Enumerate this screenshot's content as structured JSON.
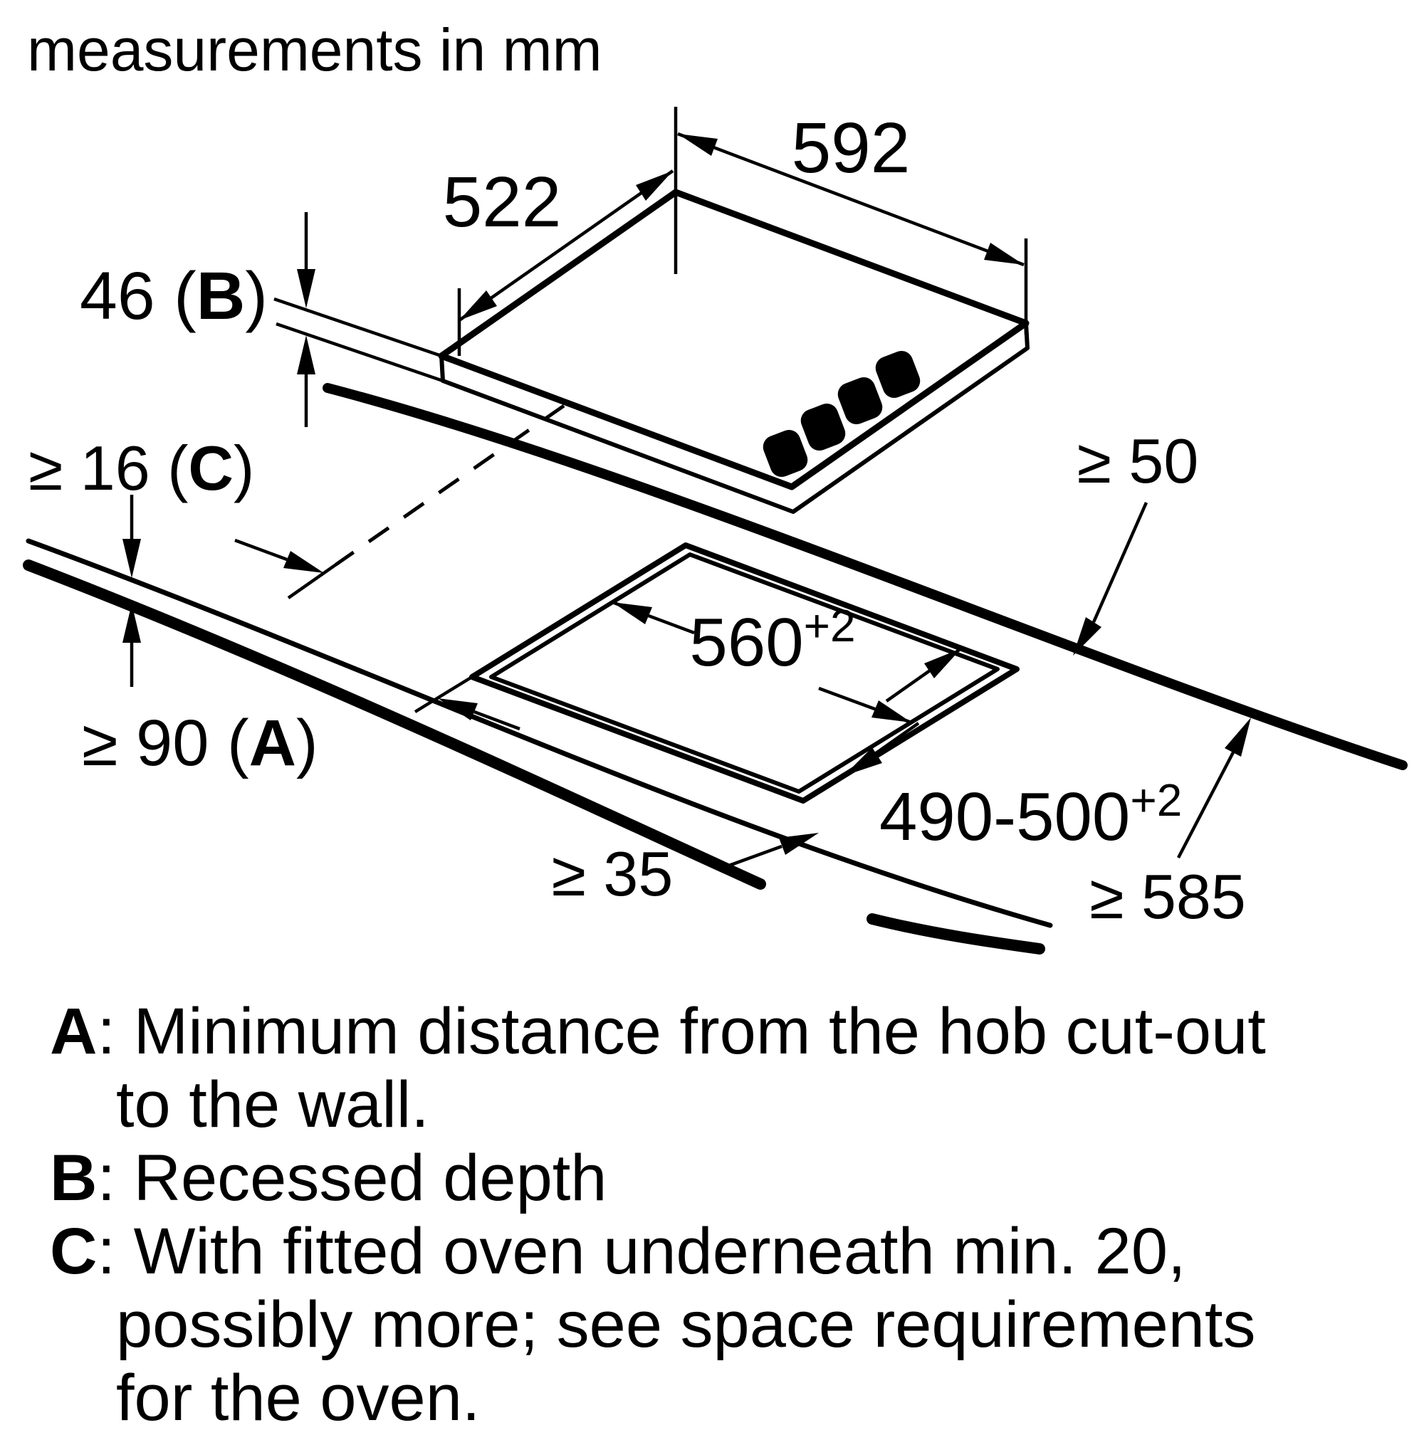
{
  "title": "measurements in mm",
  "colors": {
    "ink": "#000000",
    "background": "#ffffff"
  },
  "dims": {
    "hob_depth": "522",
    "hob_width": "592",
    "recessed": {
      "pre": "46 (",
      "letter": "B",
      "post": ")"
    },
    "thickness": {
      "pre": "≥ 16 (",
      "letter": "C",
      "post": ")"
    },
    "wall_dist": {
      "pre": "≥ 90 (",
      "letter": "A",
      "post": ")"
    },
    "cutout_width": {
      "value": "560",
      "sup": "+2"
    },
    "cutout_depth": {
      "value": "490-500",
      "sup": "+2"
    },
    "rear_clearance": "≥ 50",
    "worktop_depth": "≥ 585",
    "front_clearance": "≥ 35"
  },
  "legend": {
    "a": {
      "letter": "A",
      "colon": ": ",
      "l1": "Minimum distance from the hob cut-out",
      "l2": "to the wall."
    },
    "b": {
      "letter": "B",
      "colon": ": ",
      "l1": "Recessed depth"
    },
    "c": {
      "letter": "C",
      "colon": ": ",
      "l1": "With fitted oven underneath min. 20,",
      "l2": "possibly more; see space requirements",
      "l3": "for the oven."
    }
  }
}
